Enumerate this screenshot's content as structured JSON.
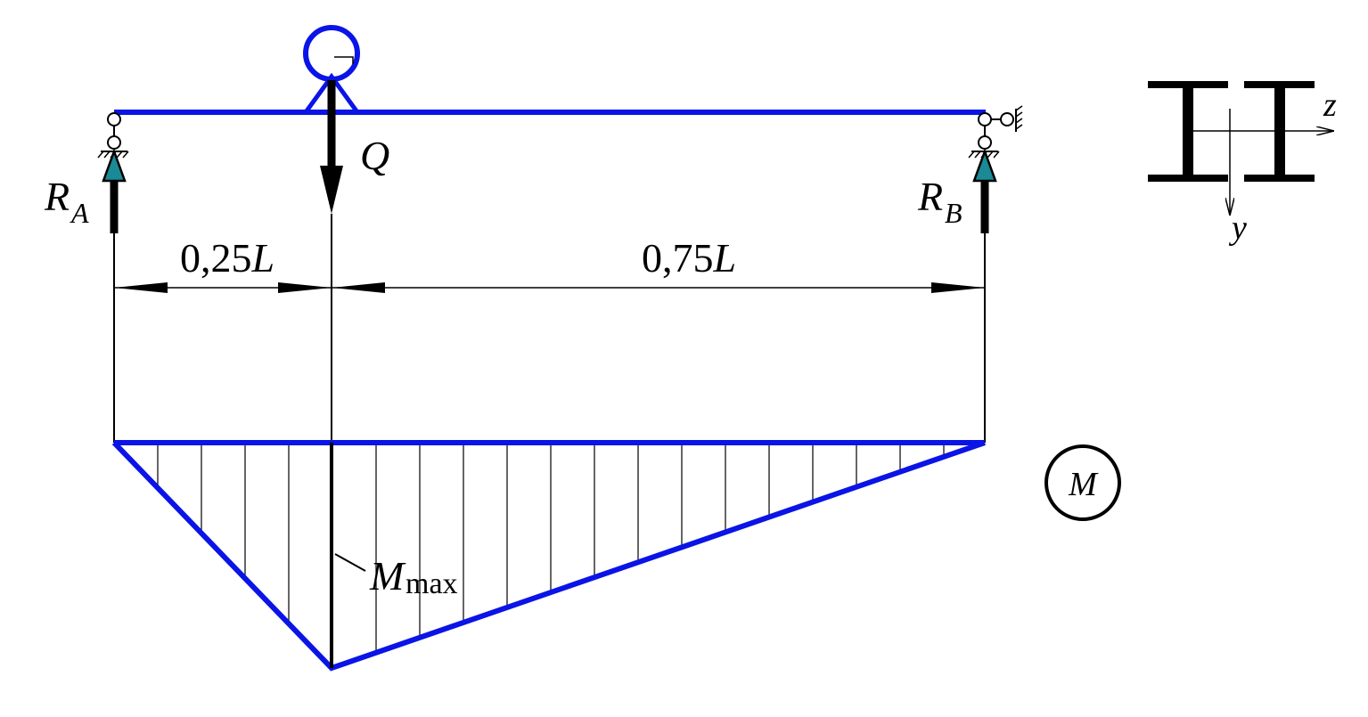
{
  "colors": {
    "beam": "#0a14e6",
    "ink": "#000000",
    "arrow_fill": "#1a8a96",
    "background": "#ffffff"
  },
  "labels": {
    "force": "Q",
    "reaction_a_main": "R",
    "reaction_a_sub": "A",
    "reaction_b_main": "R",
    "reaction_b_sub": "B",
    "left_span_num": "0,25",
    "left_span_var": "L",
    "right_span_num": "0,75",
    "right_span_var": "L",
    "mmax_main": "M",
    "mmax_sub": "max",
    "diagram_symbol": "M",
    "axis_z": "z",
    "axis_y": "y"
  },
  "icons": [
    "pulley-icon",
    "pin-support-icon",
    "roller-support-icon",
    "i-beam-section-icon"
  ]
}
